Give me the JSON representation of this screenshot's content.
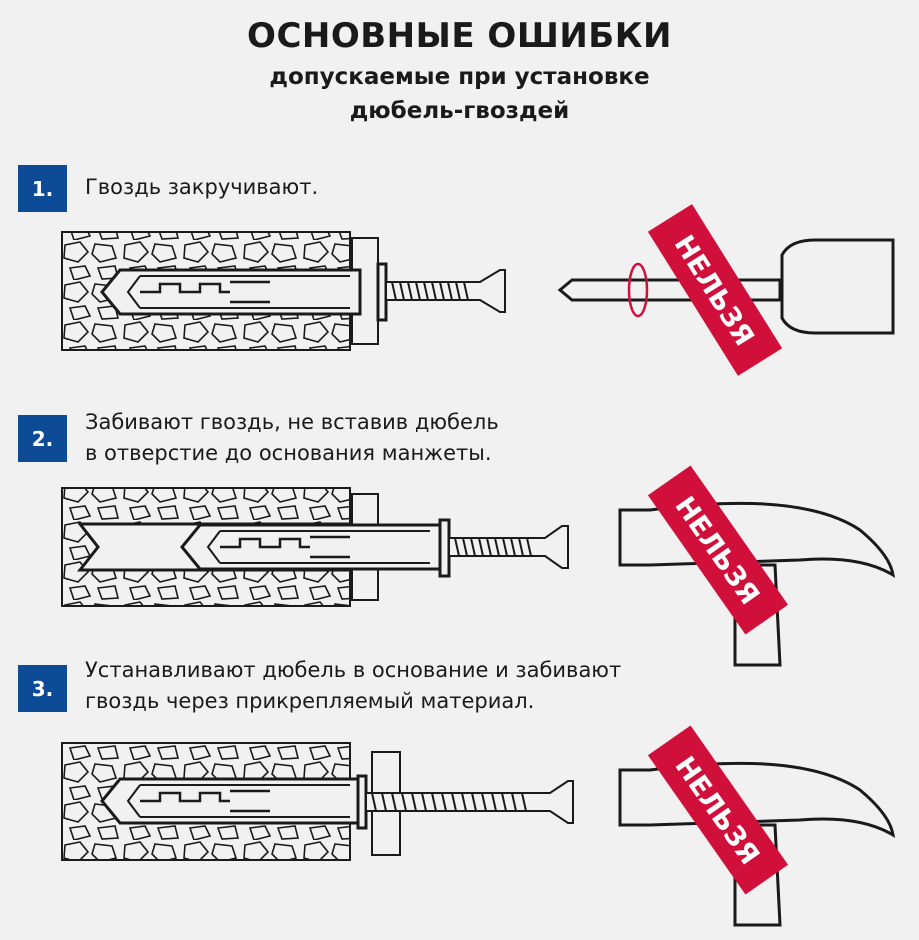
{
  "header": {
    "title": "ОСНОВНЫЕ ОШИБКИ",
    "subtitle_line1": "допускаемые при установке",
    "subtitle_line2": "дюбель-гвоздей"
  },
  "colors": {
    "accent_blue": "#0e4b96",
    "stamp_red": "#d0103a",
    "background": "#f1f1f1"
  },
  "steps": [
    {
      "number": "1.",
      "lines": [
        "Гвоздь закручивают."
      ],
      "tool_icon": "screwdriver-icon",
      "stamp": "НЕЛЬЗЯ"
    },
    {
      "number": "2.",
      "lines": [
        "Забивают гвоздь, не вставив дюбель",
        "в отверстие до основания манжеты."
      ],
      "tool_icon": "hammer-icon",
      "stamp": "НЕЛЬЗЯ"
    },
    {
      "number": "3.",
      "lines": [
        "Устанавливают дюбель в основание и забивают",
        "гвоздь через прикрепляемый материал."
      ],
      "tool_icon": "hammer-icon",
      "stamp": "НЕЛЬЗЯ"
    }
  ]
}
